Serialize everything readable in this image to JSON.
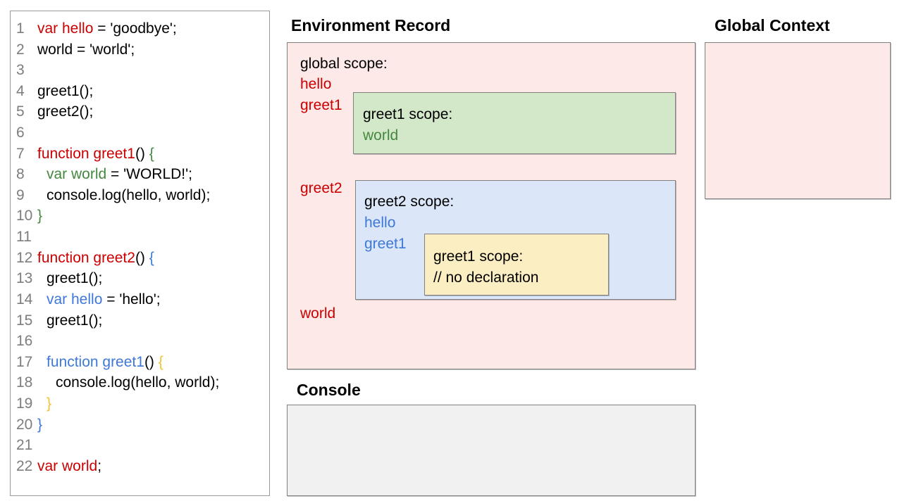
{
  "palette": {
    "red": "#cc0000",
    "green": "#44883e",
    "blue": "#3e78d8",
    "yellow": "#f1c232",
    "black": "#000000",
    "lineno": "#7d7d7d",
    "pink_fill": "#fce9e8",
    "green_fill": "#d3e7c9",
    "blue_fill": "#dbe7f8",
    "yellow_fill": "#fbeec2",
    "console_fill": "#f1f1f2",
    "border": "#808080"
  },
  "code_panel": {
    "lines": [
      {
        "n": "1",
        "indent": 0,
        "segments": [
          {
            "t": "var hello",
            "c": "red"
          },
          {
            "t": " = 'goodbye';",
            "c": "black"
          }
        ]
      },
      {
        "n": "2",
        "indent": 0,
        "segments": [
          {
            "t": "world = 'world';",
            "c": "black"
          }
        ]
      },
      {
        "n": "3",
        "indent": 0,
        "segments": []
      },
      {
        "n": "4",
        "indent": 0,
        "segments": [
          {
            "t": "greet1();",
            "c": "black"
          }
        ]
      },
      {
        "n": "5",
        "indent": 0,
        "segments": [
          {
            "t": "greet2();",
            "c": "black"
          }
        ]
      },
      {
        "n": "6",
        "indent": 0,
        "segments": []
      },
      {
        "n": "7",
        "indent": 0,
        "segments": [
          {
            "t": "function greet1",
            "c": "red"
          },
          {
            "t": "() ",
            "c": "black"
          },
          {
            "t": "{",
            "c": "green"
          }
        ]
      },
      {
        "n": "8",
        "indent": 1,
        "segments": [
          {
            "t": "var world",
            "c": "green"
          },
          {
            "t": " = 'WORLD!';",
            "c": "black"
          }
        ]
      },
      {
        "n": "9",
        "indent": 1,
        "segments": [
          {
            "t": "console.log(hello, world);",
            "c": "black"
          }
        ]
      },
      {
        "n": "10",
        "indent": 0,
        "segments": [
          {
            "t": "}",
            "c": "green"
          }
        ]
      },
      {
        "n": "11",
        "indent": 0,
        "segments": []
      },
      {
        "n": "12",
        "indent": 0,
        "segments": [
          {
            "t": "function greet2",
            "c": "red"
          },
          {
            "t": "() ",
            "c": "black"
          },
          {
            "t": "{",
            "c": "blue"
          }
        ]
      },
      {
        "n": "13",
        "indent": 1,
        "segments": [
          {
            "t": "greet1();",
            "c": "black"
          }
        ]
      },
      {
        "n": "14",
        "indent": 1,
        "segments": [
          {
            "t": "var hello",
            "c": "blue"
          },
          {
            "t": " = 'hello';",
            "c": "black"
          }
        ]
      },
      {
        "n": "15",
        "indent": 1,
        "segments": [
          {
            "t": "greet1();",
            "c": "black"
          }
        ]
      },
      {
        "n": "16",
        "indent": 0,
        "segments": []
      },
      {
        "n": "17",
        "indent": 1,
        "segments": [
          {
            "t": "function greet1",
            "c": "blue"
          },
          {
            "t": "() ",
            "c": "black"
          },
          {
            "t": "{",
            "c": "yellow"
          }
        ]
      },
      {
        "n": "18",
        "indent": 2,
        "segments": [
          {
            "t": "console.log(hello, world);",
            "c": "black"
          }
        ]
      },
      {
        "n": "19",
        "indent": 1,
        "segments": [
          {
            "t": "}",
            "c": "yellow"
          }
        ]
      },
      {
        "n": "20",
        "indent": 0,
        "segments": [
          {
            "t": "}",
            "c": "blue"
          }
        ]
      },
      {
        "n": "21",
        "indent": 0,
        "segments": []
      },
      {
        "n": "22",
        "indent": 0,
        "segments": [
          {
            "t": "var world",
            "c": "red"
          },
          {
            "t": ";",
            "c": "black"
          }
        ]
      }
    ]
  },
  "environment_record": {
    "title": "Environment Record",
    "global_scope_label": "global scope:",
    "var_hello": "hello",
    "var_greet1": "greet1",
    "var_greet2": "greet2",
    "var_world": "world",
    "greet1_scope": {
      "title": "greet1 scope:",
      "var_world": "world"
    },
    "greet2_scope": {
      "title": "greet2 scope:",
      "var_hello": "hello",
      "var_greet1": "greet1",
      "inner_greet1_scope": {
        "title": "greet1 scope:",
        "comment": "// no declaration"
      }
    }
  },
  "global_context": {
    "title": "Global Context"
  },
  "console_panel": {
    "title": "Console"
  }
}
